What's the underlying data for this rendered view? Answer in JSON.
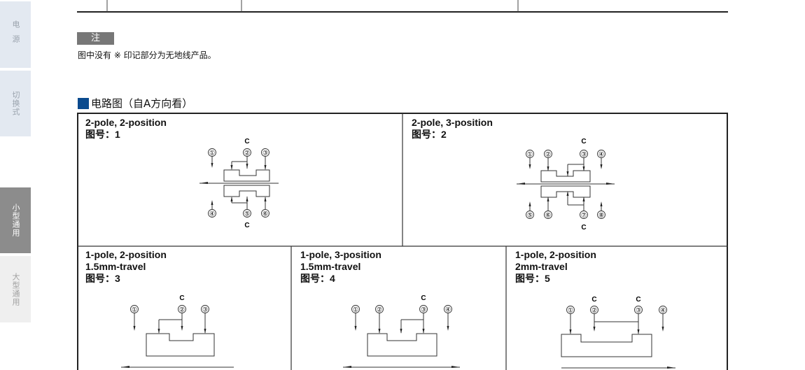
{
  "sidebar": {
    "tabs": [
      {
        "label": "电源"
      },
      {
        "label": "切换式"
      },
      {
        "label": "小型通用",
        "active": true
      },
      {
        "label": "大型通用"
      }
    ]
  },
  "note": {
    "badge": "注",
    "text": "图中没有 ※ 印记部分为无地线产品。"
  },
  "section": {
    "title": "电路图（自A方向看）",
    "accent": "#0a4a8e"
  },
  "common_label": "C",
  "diagrams": [
    {
      "title": "2-pole, 2-position",
      "subtitle": "",
      "fig": "图号：1",
      "terminals": [
        "①",
        "②",
        "③",
        "④",
        "⑤",
        "⑥"
      ]
    },
    {
      "title": "2-pole, 3-position",
      "subtitle": "",
      "fig": "图号：2",
      "terminals": [
        "①",
        "②",
        "③",
        "④",
        "⑤",
        "⑥",
        "⑦",
        "⑧"
      ]
    },
    {
      "title": "1-pole, 2-position",
      "subtitle": "1.5mm-travel",
      "fig": "图号：3",
      "terminals": [
        "①",
        "②",
        "③"
      ]
    },
    {
      "title": "1-pole, 3-position",
      "subtitle": "1.5mm-travel",
      "fig": "图号：4",
      "terminals": [
        "①",
        "②",
        "③",
        "④"
      ]
    },
    {
      "title": "1-pole, 2-position",
      "subtitle": "2mm-travel",
      "fig": "图号：5",
      "terminals": [
        "①",
        "②",
        "③",
        "④"
      ]
    }
  ]
}
